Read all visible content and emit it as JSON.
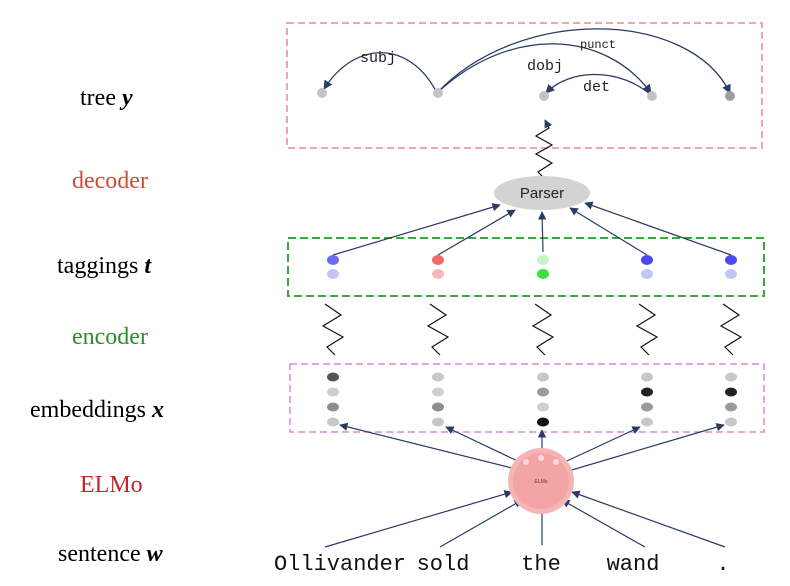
{
  "rows": [
    {
      "id": "tree",
      "text": "tree",
      "var": "y",
      "color": "#111111"
    },
    {
      "id": "decoder",
      "text": "decoder",
      "var": "",
      "color": "#d04a35"
    },
    {
      "id": "taggings",
      "text": "taggings",
      "var": "t",
      "color": "#111111"
    },
    {
      "id": "encoder",
      "text": "encoder",
      "var": "",
      "color": "#2e8b2e"
    },
    {
      "id": "embeddings",
      "text": "embeddings",
      "var": "x",
      "color": "#111111"
    },
    {
      "id": "elmo",
      "text": "ELMo",
      "var": "",
      "color": "#c0272d"
    },
    {
      "id": "sentence",
      "text": "sentence",
      "var": "w",
      "color": "#111111"
    }
  ],
  "words": [
    "Ollivander",
    "sold",
    "the",
    "wand",
    "."
  ],
  "arcs": [
    {
      "label": "subj"
    },
    {
      "label": "dobj"
    },
    {
      "label": "det"
    },
    {
      "label": "punct"
    }
  ],
  "parser_label": "Parser",
  "elmo_label": "ELMo",
  "colors": {
    "tree_box": "#e58a98",
    "tag_box": "#3aaa3a",
    "emb_box": "#d78ad7",
    "arrow": "#2b3b66",
    "parser_fill": "#d3d3d3",
    "elmo_fill": "#f6b5b5"
  },
  "taggings": [
    {
      "top": "#6b6bf2",
      "bottom": "#c3c6f2"
    },
    {
      "top": "#ee6b6b",
      "bottom": "#f3b8b8"
    },
    {
      "top": "#c7f2c5",
      "bottom": "#3dde3d"
    },
    {
      "top": "#4a4af0",
      "bottom": "#c3c6f2"
    },
    {
      "top": "#4a4af0",
      "bottom": "#c3c6f2"
    }
  ],
  "embeddings": [
    [
      "#555555",
      "#cfcfcf",
      "#8e8e8e",
      "#c8c8c8"
    ],
    [
      "#c8c8c8",
      "#cfcfcf",
      "#8e8e8e",
      "#c8c8c8"
    ],
    [
      "#c8c8c8",
      "#9a9a9a",
      "#cfcfcf",
      "#111111"
    ],
    [
      "#c8c8c8",
      "#222222",
      "#9a9a9a",
      "#c8c8c8"
    ],
    [
      "#c8c8c8",
      "#222222",
      "#9a9a9a",
      "#c8c8c8"
    ]
  ]
}
